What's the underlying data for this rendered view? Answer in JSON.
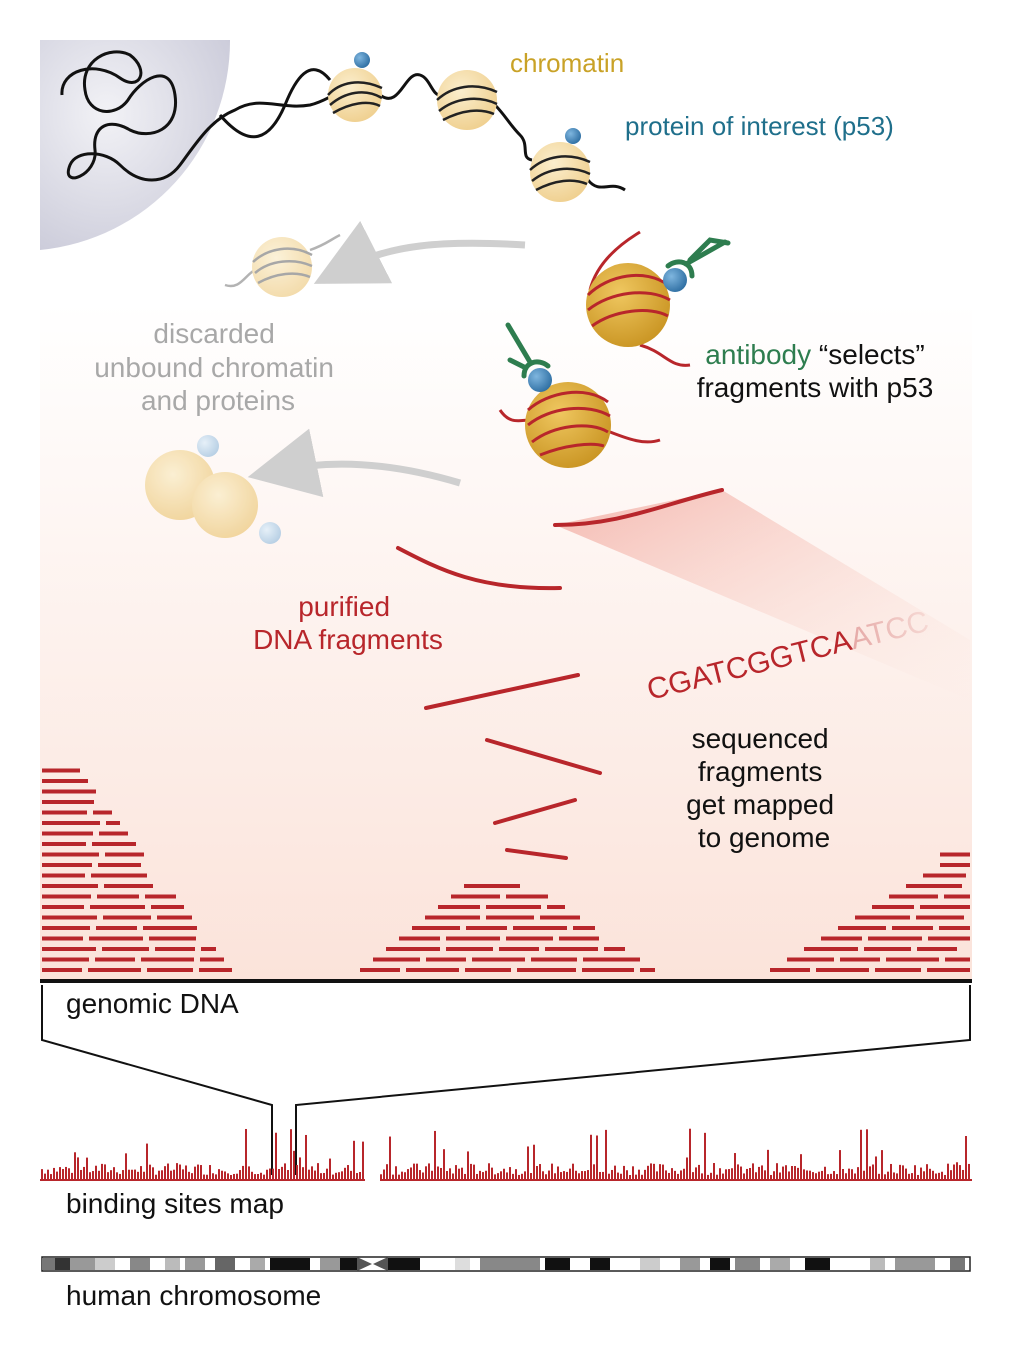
{
  "labels": {
    "chromatin": "chromatin",
    "protein_of_interest": "protein of interest (p53)",
    "discarded_line1": "discarded",
    "discarded_line2": "unbound chromatin",
    "discarded_line3": "and proteins",
    "antibody_word": "antibody",
    "selects_rest": " “selects”",
    "fragments_with_p53": "fragments with p53",
    "purified_line1": "purified",
    "purified_line2": "DNA fragments",
    "sequence_solid": "CGATCGGTCA",
    "sequence_fade": "ATCC",
    "sequenced_line1": "sequenced",
    "sequenced_line2": "fragments",
    "sequenced_line3": "get mapped",
    "sequenced_line4": "to genome",
    "genomic_dna": "genomic DNA",
    "binding_sites_map": "binding sites map",
    "human_chromosome": "human chromosome"
  },
  "colors": {
    "chromatin_label": "#c9a227",
    "protein_label": "#1f6f8b",
    "antibody_label": "#2e7d4f",
    "dna_red": "#b8262b",
    "discarded_gray": "#a8a8a8",
    "nucleus": "#d8d8e4",
    "histone": "#f2d79e",
    "histone_selected": "#d9a62e",
    "protein_dot": "#4a90c2"
  }
}
